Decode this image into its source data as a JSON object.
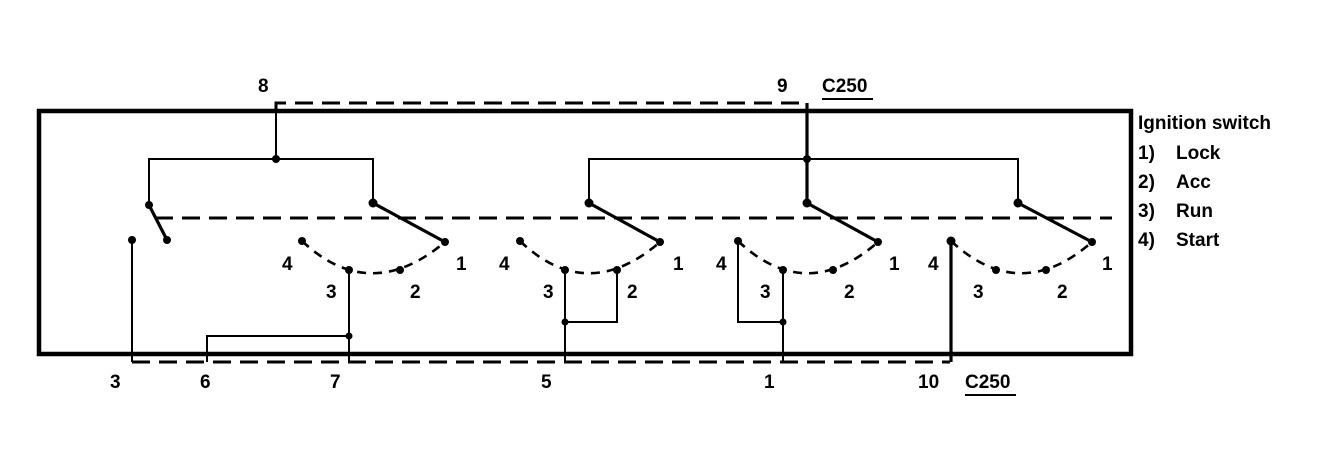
{
  "connector_label": "C250",
  "pins_top": [
    "8",
    "9"
  ],
  "pins_bottom": [
    "3",
    "6",
    "7",
    "5",
    "1",
    "10"
  ],
  "positions": [
    "1",
    "2",
    "3",
    "4"
  ],
  "legend": {
    "title": "Ignition switch",
    "items": [
      {
        "num": "1)",
        "label": "Lock"
      },
      {
        "num": "2)",
        "label": "Acc"
      },
      {
        "num": "3)",
        "label": "Run"
      },
      {
        "num": "4)",
        "label": "Start"
      }
    ]
  }
}
